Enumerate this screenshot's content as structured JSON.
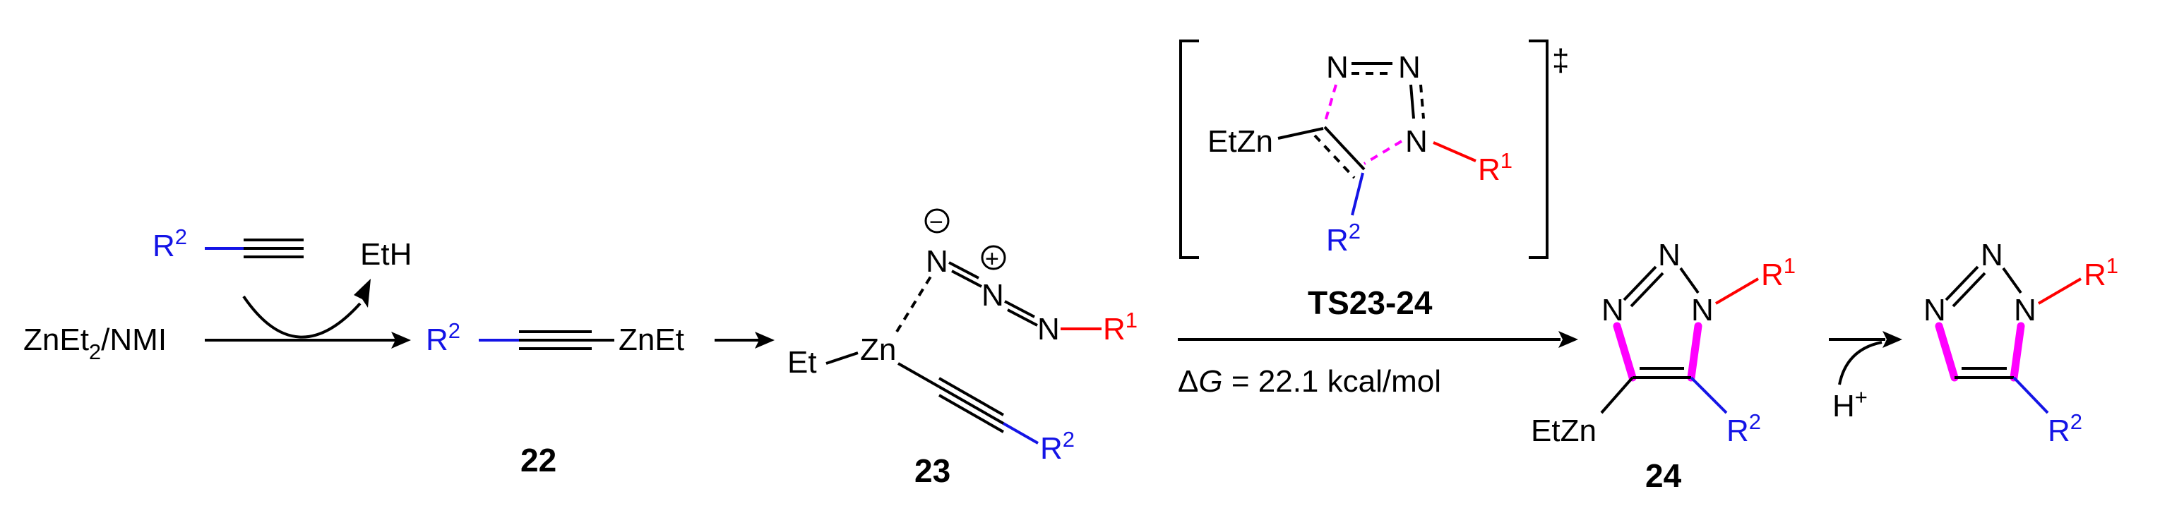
{
  "colors": {
    "substituent_R1": "#ff0000",
    "substituent_R2": "#1414e6",
    "forming_bonds": "#ff00ff",
    "bonds": "#000000"
  },
  "scheme": {
    "start": {
      "reagent_main": "ZnEt",
      "reagent_sub": "2",
      "reagent_tail": "/NMI"
    },
    "alkyne": {
      "r": "R",
      "r_sup": "2"
    },
    "byproduct": "EtH",
    "compound22": {
      "r": "R",
      "r_sup": "2",
      "metal": "ZnEt",
      "label": "22"
    },
    "compound23": {
      "zn": "Zn",
      "et": "Et",
      "n": "N",
      "minus": "−",
      "plus": "+",
      "r1": "R",
      "r1_sup": "1",
      "r2": "R",
      "r2_sup": "2",
      "label": "23"
    },
    "ts": {
      "n": "N",
      "metal": "EtZn",
      "r1": "R",
      "r1_sup": "1",
      "r2": "R",
      "r2_sup": "2",
      "dagger": "‡",
      "label": "TS23-24"
    },
    "arrow_conditions": {
      "delta": "Δ",
      "g": "G",
      "value": " = 22.1 kcal/mol"
    },
    "compound24": {
      "n": "N",
      "metal": "EtZn",
      "r1": "R",
      "r1_sup": "1",
      "r2": "R",
      "r2_sup": "2",
      "label": "24"
    },
    "protonation": {
      "reagent": "H",
      "reagent_sup": "+"
    },
    "product": {
      "n": "N",
      "r1": "R",
      "r1_sup": "1",
      "r2": "R",
      "r2_sup": "2"
    }
  }
}
